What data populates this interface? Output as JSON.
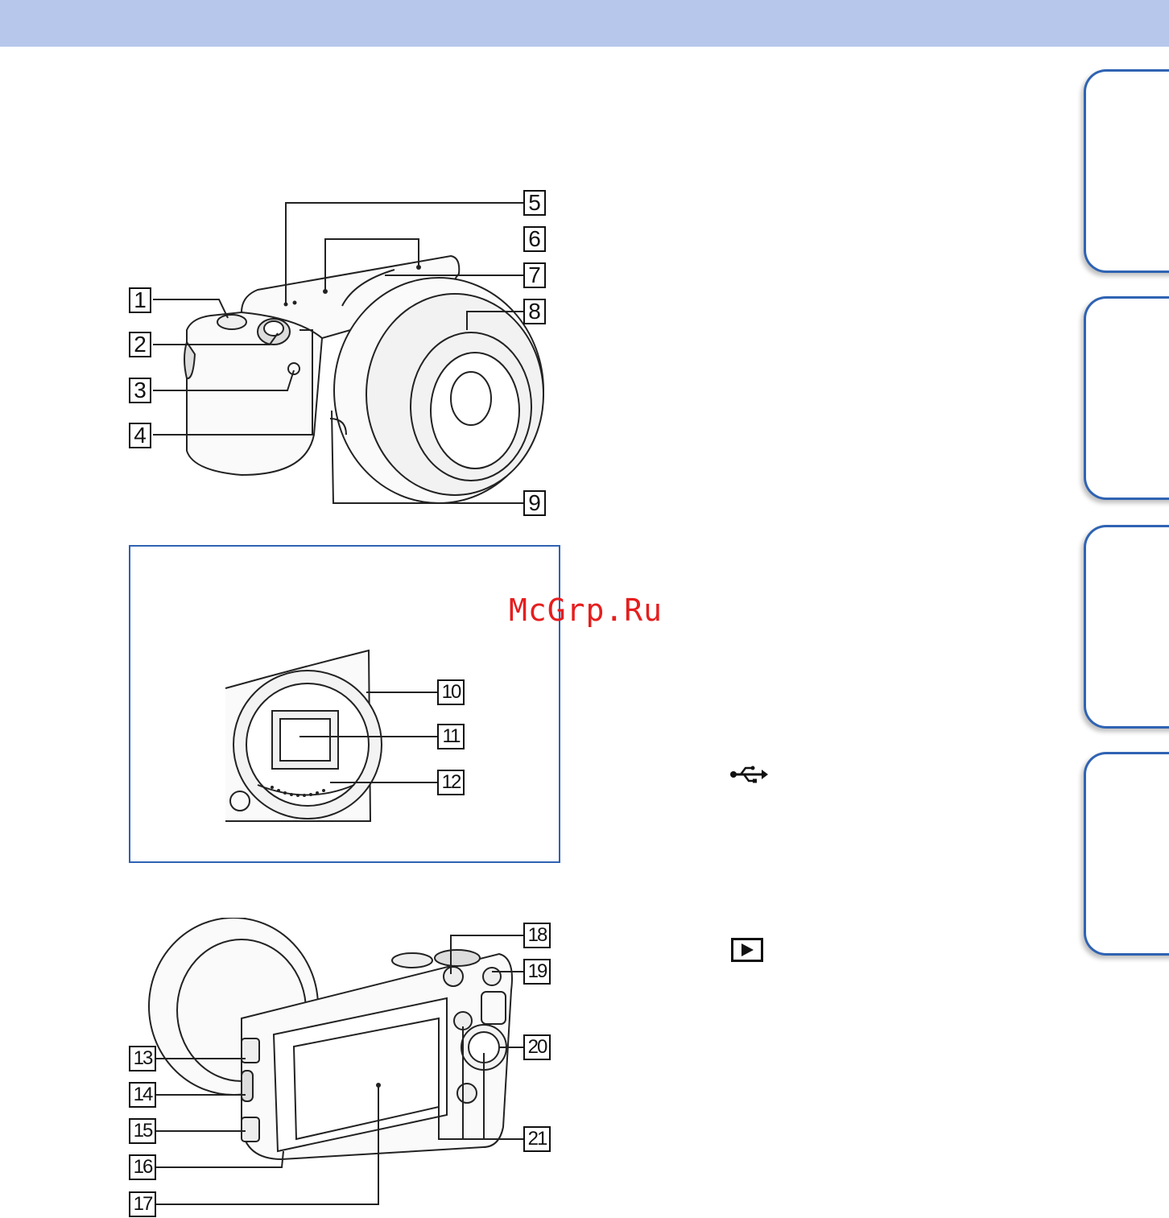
{
  "watermark": "McGrp.Ru",
  "callouts": [
    "1",
    "2",
    "3",
    "4",
    "5",
    "6",
    "7",
    "8",
    "9",
    "10",
    "11",
    "12",
    "13",
    "14",
    "15",
    "16",
    "17",
    "18",
    "19",
    "20",
    "21"
  ],
  "icons": [
    "usb-icon",
    "play-icon"
  ],
  "colors": {
    "header_band": "#b7c7ec",
    "accent": "#2f63b3",
    "watermark": "#e61e1e"
  }
}
